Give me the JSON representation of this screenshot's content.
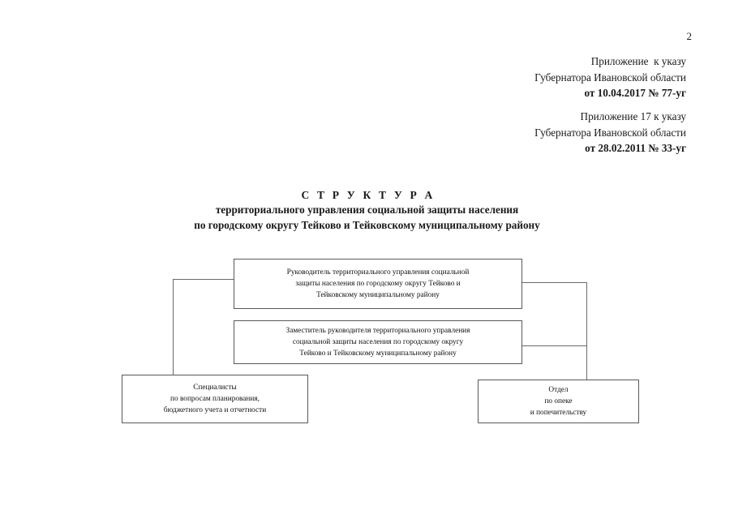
{
  "document": {
    "page_number": "2",
    "appendix_blocks": [
      {
        "name": "appendix-2017",
        "lines": [
          "Приложение  к указу",
          "Губернатора Ивановской области",
          "от 10.04.2017 № 77-уг"
        ],
        "bold_lines": [
          false,
          false,
          true
        ]
      },
      {
        "name": "appendix-2011",
        "lines": [
          "Приложение 17 к указу",
          "Губернатора Ивановской области",
          "от 28.02.2011 № 33-уг"
        ],
        "bold_lines": [
          false,
          false,
          true
        ]
      }
    ],
    "title": {
      "main": "С Т Р У К Т У Р А",
      "sub_lines": [
        "территориального управления социальной защиты населения",
        "по городскому округу Тейково и Тейковскому муниципальному району"
      ]
    }
  },
  "chart_data": {
    "type": "diagram",
    "title": "Структура территориального управления социальной защиты населения по городскому округу Тейково и Тейковскому муниципальному району",
    "nodes": [
      {
        "id": "head",
        "level": 1,
        "lines": [
          "Руководитель территориального управления социальной",
          "защиты населения по городскому округу Тейково и",
          "Тейковскому муниципальному району"
        ]
      },
      {
        "id": "deputy",
        "level": 2,
        "lines": [
          "Заместитель руководителя территориального управления",
          "социальной защиты населения по городскому округу",
          "Тейково и Тейковскому муниципальному району"
        ]
      },
      {
        "id": "specialists",
        "level": 3,
        "lines": [
          "Специалисты",
          "по вопросам планирования,",
          "бюджетного учета и отчетности"
        ]
      },
      {
        "id": "guardianship",
        "level": 3,
        "lines": [
          "Отдел",
          "по опеке",
          "и попечительству"
        ]
      }
    ],
    "edges": [
      {
        "from": "head",
        "to": "specialists",
        "style": "elbow-left"
      },
      {
        "from": "head",
        "to": "guardianship",
        "style": "elbow-right"
      },
      {
        "from": "deputy",
        "to": "guardianship",
        "style": "elbow-right"
      }
    ],
    "colors": {
      "background": "#ffffff",
      "text": "#121212",
      "border": "#595959",
      "connector": "#6a6a6a"
    }
  }
}
